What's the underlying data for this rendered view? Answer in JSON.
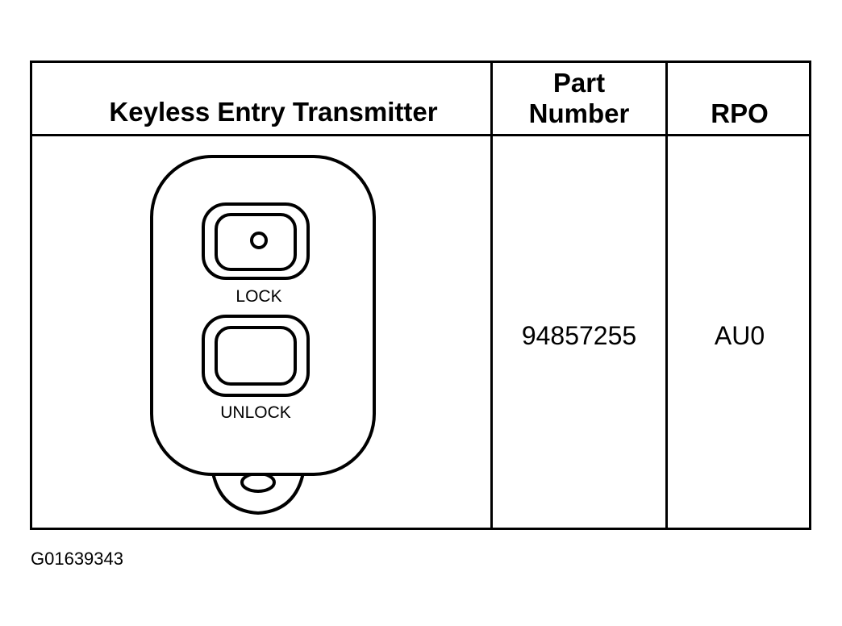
{
  "table": {
    "headers": {
      "transmitter": "Keyless Entry Transmitter",
      "part_number_line1": "Part",
      "part_number_line2": "Number",
      "rpo": "RPO"
    },
    "rows": [
      {
        "part_number": "94857255",
        "rpo": "AU0"
      }
    ]
  },
  "figure": {
    "lock_label": "LOCK",
    "unlock_label": "UNLOCK"
  },
  "figure_code": "G01639343"
}
